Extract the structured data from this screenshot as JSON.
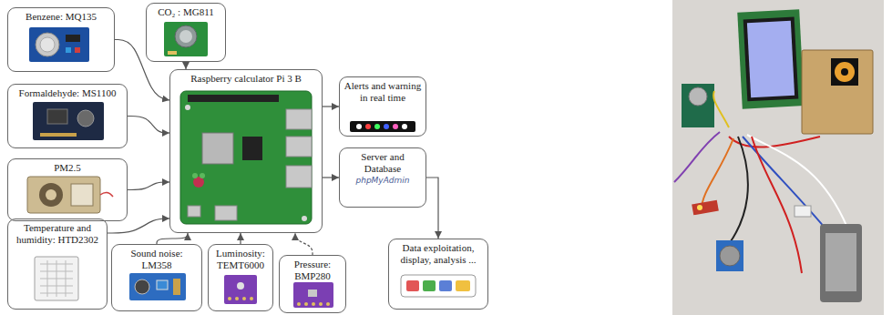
{
  "diagram": {
    "nodes": [
      {
        "text": [
          "CO₂ : MG811"
        ]
      },
      {
        "text": [
          "Benzene: MQ135"
        ]
      },
      {
        "text": [
          "Formaldehyde: MS1100"
        ]
      },
      {
        "text": [
          "Raspberry calculator Pi 3 B"
        ]
      },
      {
        "text": [
          "Alerts and warning in real time"
        ]
      },
      {
        "text": [
          "Server and Database",
          "phpMyAdmin"
        ]
      },
      {
        "text": [
          "PM2.5"
        ]
      },
      {
        "text": [
          "Temperature and humidity: HTD2302"
        ]
      },
      {
        "text": [
          "Sound noise: LM358"
        ]
      },
      {
        "text": [
          "Luminosity: TEMT6000"
        ]
      },
      {
        "text": [
          "Pressure: BMP280"
        ]
      },
      {
        "text": [
          "Data exploitation, display, analysis ..."
        ]
      }
    ],
    "edges": [
      {
        "from": 1,
        "to": 3,
        "arrow": "to"
      },
      {
        "from": 0,
        "to": 3,
        "arrow": "to"
      },
      {
        "from": 2,
        "to": 3,
        "arrow": "to"
      },
      {
        "from": 6,
        "to": 3,
        "arrow": "to"
      },
      {
        "from": 7,
        "to": 3,
        "arrow": "to"
      },
      {
        "from": 8,
        "to": 3,
        "arrow": "to"
      },
      {
        "from": 9,
        "to": 3,
        "arrow": "to"
      },
      {
        "from": 10,
        "to": 3,
        "arrow": "to"
      },
      {
        "from": 3,
        "to": 4,
        "arrow": "to"
      },
      {
        "from": 3,
        "to": 5,
        "arrow": "to"
      },
      {
        "from": 5,
        "to": 11,
        "arrow": "to"
      }
    ]
  }
}
